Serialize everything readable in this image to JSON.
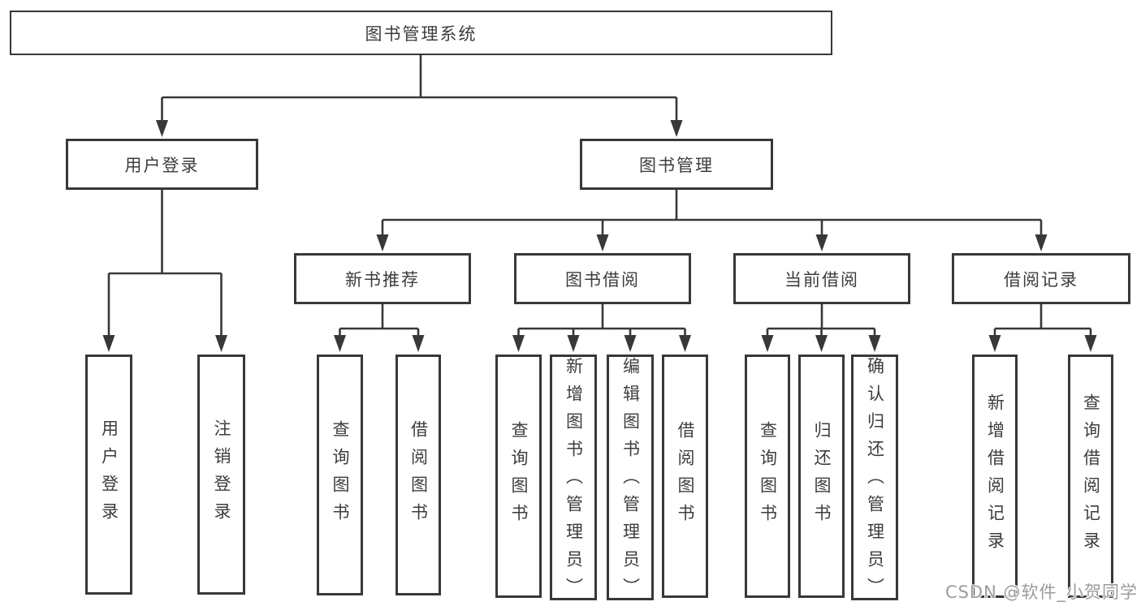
{
  "colors": {
    "line": "#383838",
    "text": "#3d3d3d",
    "background": "#ffffff",
    "watermark": "#a09a9a"
  },
  "watermark": {
    "text": "CSDN @软件_小贺同学"
  },
  "tree": {
    "label": "图书管理系统",
    "children": [
      {
        "label": "用户登录",
        "children": [
          {
            "label": "用户登录"
          },
          {
            "label": "注销登录"
          }
        ]
      },
      {
        "label": "图书管理",
        "children": [
          {
            "label": "新书推荐",
            "children": [
              {
                "label": "查询图书"
              },
              {
                "label": "借阅图书"
              }
            ]
          },
          {
            "label": "图书借阅",
            "children": [
              {
                "label": "查询图书"
              },
              {
                "label": "新增图书（管理员）"
              },
              {
                "label": "编辑图书（管理员）"
              },
              {
                "label": "借阅图书"
              }
            ]
          },
          {
            "label": "当前借阅",
            "children": [
              {
                "label": "查询图书"
              },
              {
                "label": "归还图书"
              },
              {
                "label": "确认归还（管理员）"
              }
            ]
          },
          {
            "label": "借阅记录",
            "children": [
              {
                "label": "新增借阅记录"
              },
              {
                "label": "查询借阅记录"
              }
            ]
          }
        ]
      }
    ]
  }
}
